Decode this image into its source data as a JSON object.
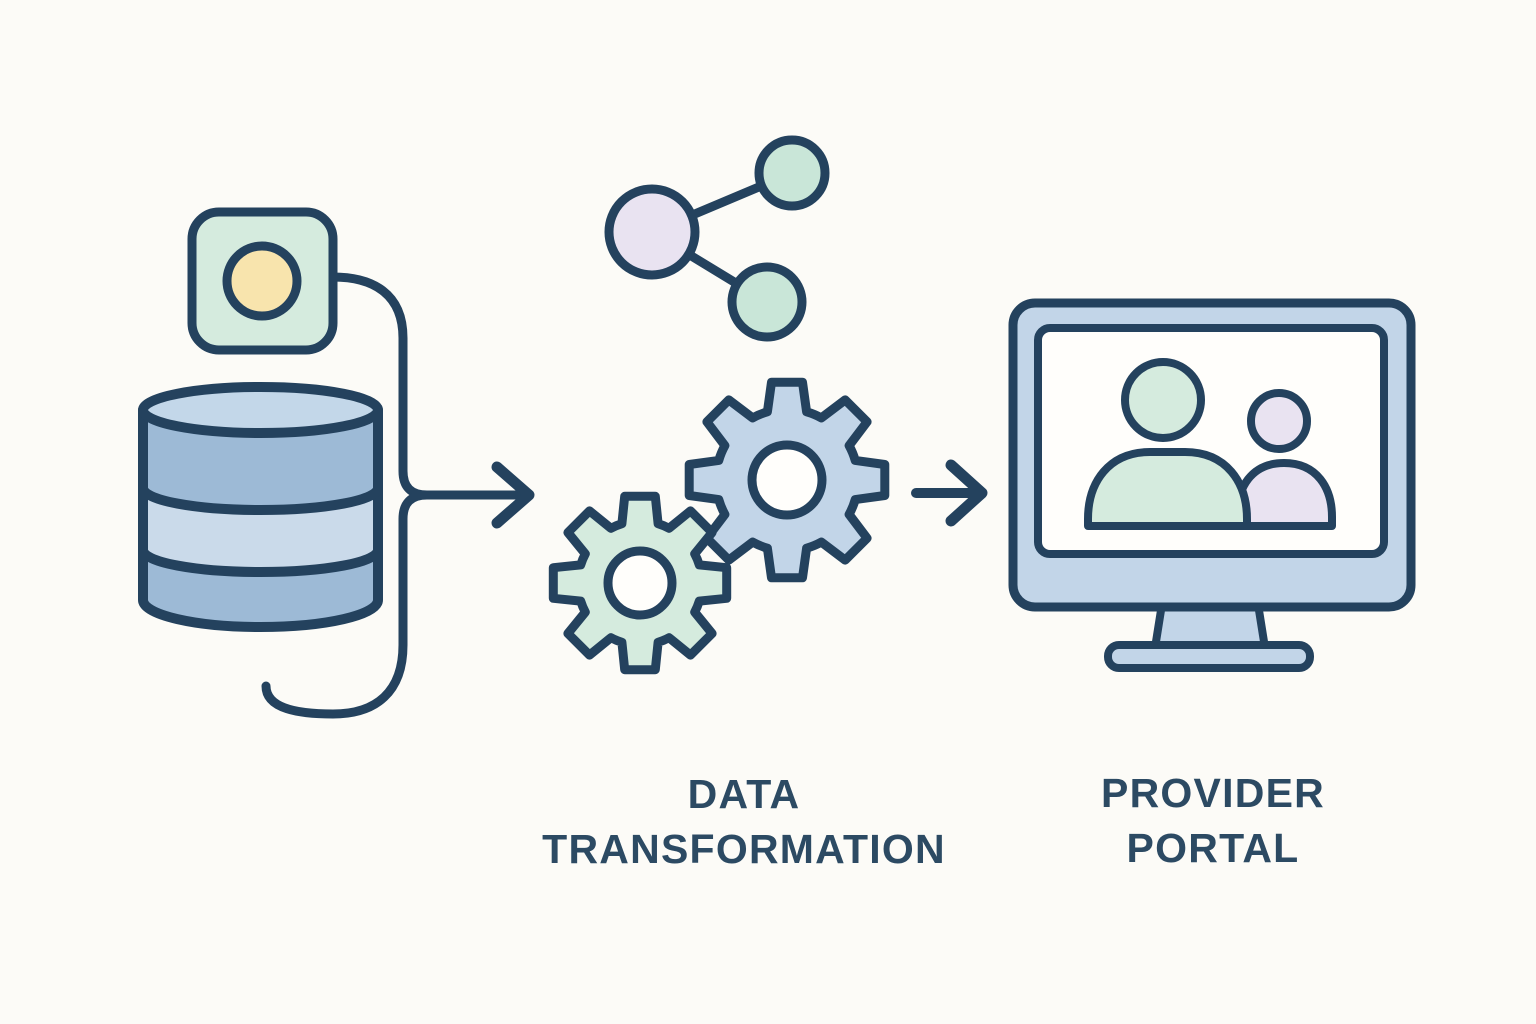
{
  "palette": {
    "outline": "#24425e",
    "background": "#fcfbf7",
    "text": "#2c4a63",
    "blue": "#c2d5e8",
    "blue_band_dark": "#9dbad6",
    "blue_band_light": "#cadaea",
    "blue_top": "#c3d7e9",
    "mint": "#d5ebde",
    "mint_deep": "#c9e6d8",
    "lavender": "#e9e3f1",
    "yellow": "#f8e4ad",
    "white": "#fffefb"
  },
  "labels": {
    "transformation_line1": "DATA",
    "transformation_line2": "TRANSFORMATION",
    "portal_line1": "PROVIDER",
    "portal_line2": "PORTAL"
  },
  "icons": {
    "app-node-icon": "rounded-square-with-dot",
    "database-icon": "stacked-cylinder",
    "share-network-icon": "three-linked-circles",
    "gears-icon": "two-meshed-gears",
    "monitor-users-icon": "monitor-with-two-people",
    "flow-arrow": "right-arrow"
  },
  "flow": {
    "stages": [
      {
        "id": "source",
        "icons": [
          "app-node-icon",
          "database-icon"
        ]
      },
      {
        "id": "transformation",
        "icons": [
          "share-network-icon",
          "gears-icon"
        ],
        "label": "DATA TRANSFORMATION"
      },
      {
        "id": "portal",
        "icons": [
          "monitor-users-icon"
        ],
        "label": "PROVIDER PORTAL"
      }
    ],
    "connections": [
      {
        "from": "source",
        "to": "transformation",
        "type": "arrow"
      },
      {
        "from": "transformation",
        "to": "portal",
        "type": "arrow"
      }
    ]
  }
}
